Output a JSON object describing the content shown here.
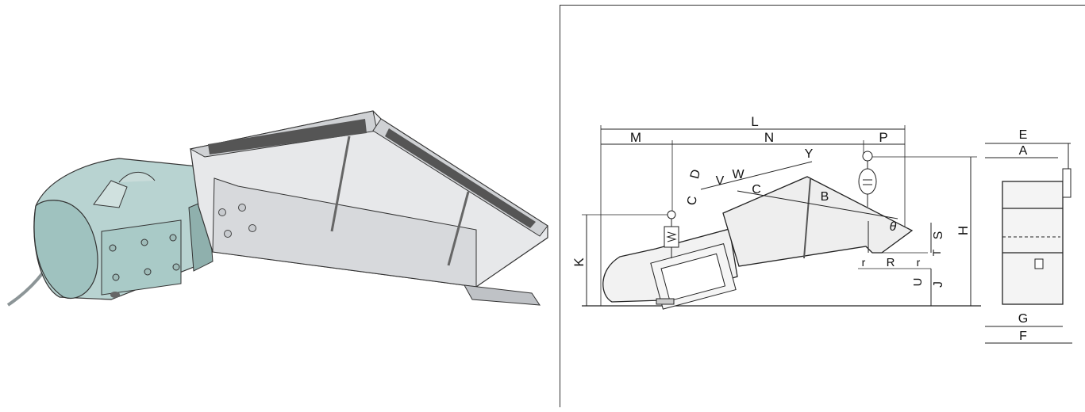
{
  "illustration": {
    "name": "vibrating-feeder-3d-illustration"
  },
  "drawing": {
    "labels": {
      "L": "L",
      "M": "M",
      "N": "N",
      "P": "P",
      "Y": "Y",
      "D": "D",
      "V": "V",
      "W": "W",
      "C1": "C",
      "C2": "C",
      "B": "B",
      "theta": "θ",
      "S": "S",
      "H": "H",
      "K": "K",
      "T": "T",
      "J": "J",
      "U": "U",
      "R": "R",
      "r1": "r",
      "r2": "r",
      "E": "E",
      "A": "A",
      "G": "G",
      "F": "F"
    }
  }
}
